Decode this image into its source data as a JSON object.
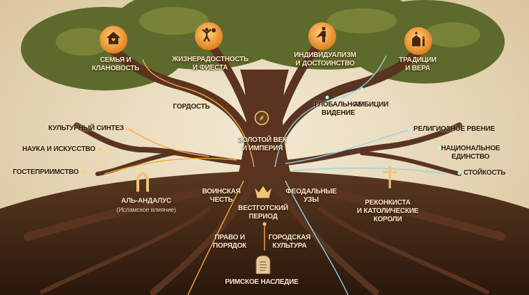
{
  "canopy": {
    "fruits": [
      {
        "icon": "house-heart-icon",
        "label_line1": "Семья и",
        "label_line2": "клановость"
      },
      {
        "icon": "joyful-person-sun-icon",
        "label_line1": "Жизнерадостность",
        "label_line2": "и фиеста"
      },
      {
        "icon": "caped-hero-icon",
        "label_line1": "Индивидуализм",
        "label_line2": "и достоинство"
      },
      {
        "icon": "church-candle-icon",
        "label_line1": "Традиции",
        "label_line2": "и вера"
      }
    ]
  },
  "trunk": {
    "pride": "Гордость",
    "global_vision_line1": "Глобальное",
    "global_vision_line2": "видение",
    "ambitions": "Амбиции",
    "golden_age_line1": "Золотой век",
    "golden_age_line2": "и империя"
  },
  "left_branches": {
    "cultural_synthesis": "Культурный синтез",
    "science_art": "Наука и искусство",
    "hospitality": "Гостеприимство",
    "al_andalus": "Аль-Андалус",
    "al_andalus_sub": "(Исламское влияние)"
  },
  "right_branches": {
    "religious_zeal": "Религиозное рвение",
    "national_unity_line1": "Национальное",
    "national_unity_line2": "единство",
    "resilience": "Стойкость",
    "reconquista_line1": "Реконкиста",
    "reconquista_line2": "и католические",
    "reconquista_line3": "короли"
  },
  "roots": {
    "warrior_honor_line1": "Воинская",
    "warrior_honor_line2": "честь",
    "feudal_line1": "Феодальные",
    "feudal_line2": "узы",
    "visigoth_line1": "Вестготский",
    "visigoth_line2": "период",
    "law_line1": "Право и",
    "law_line2": "порядок",
    "urban_line1": "Городская",
    "urban_line2": "культура",
    "roman": "Римское наследие"
  },
  "colors": {
    "parchment": "#e9dcc0",
    "bark": "#5a3420",
    "soil": "#3b2414",
    "canopy": "#5f6a2a",
    "glow_orange": "#f7a93a",
    "glow_blue": "#8fd3ea",
    "fruit": "#f2a03c"
  }
}
